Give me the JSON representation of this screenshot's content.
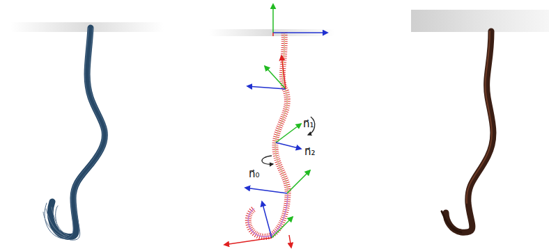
{
  "diagram": {
    "labels": [
      "n⃗₁",
      "n⃗₂",
      "n⃗₀"
    ]
  }
}
